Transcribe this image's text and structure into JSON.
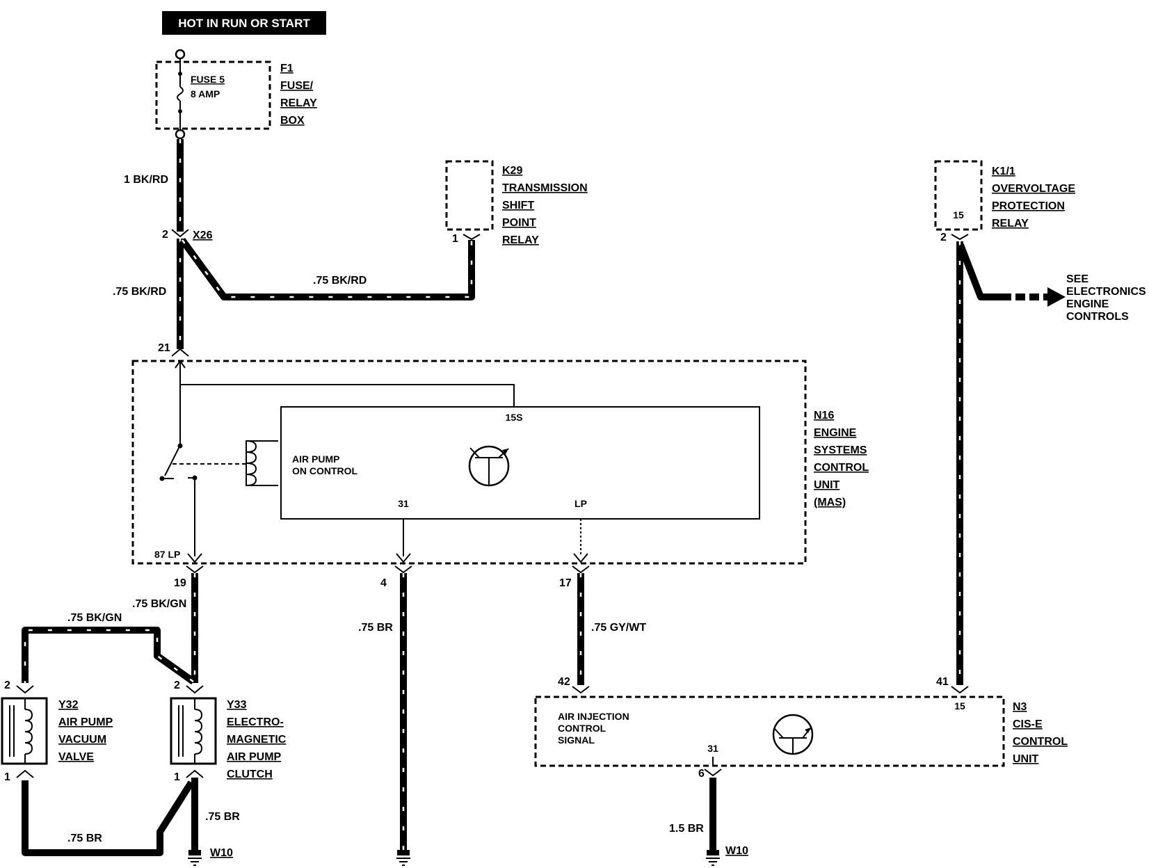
{
  "header": {
    "title": "HOT IN RUN OR START"
  },
  "fuse_box": {
    "fuse_name": "FUSE 5",
    "fuse_rating": "8 AMP",
    "id": "F1",
    "name_lines": [
      "FUSE/",
      "RELAY",
      "BOX"
    ]
  },
  "connectors": {
    "x26": "X26",
    "x26_pin": "2"
  },
  "relay_k29": {
    "id": "K29",
    "name_lines": [
      "TRANSMISSION",
      "SHIFT",
      "POINT",
      "RELAY"
    ],
    "pin": "1"
  },
  "relay_k11": {
    "id": "K1/1",
    "name_lines": [
      "OVERVOLTAGE",
      "PROTECTION",
      "RELAY"
    ],
    "inner_label": "15",
    "pin": "2"
  },
  "see_note": {
    "lines": [
      "SEE",
      "ELECTRONICS",
      "ENGINE",
      "CONTROLS"
    ]
  },
  "module_n16": {
    "id": "N16",
    "name_lines": [
      "ENGINE",
      "SYSTEMS",
      "CONTROL",
      "UNIT",
      "(MAS)"
    ],
    "inner_text_lines": [
      "AIR PUMP",
      "ON CONTROL"
    ],
    "label_15s": "15S",
    "label_31": "31",
    "label_lp": "LP",
    "label_87lp": "87 LP",
    "pin_in": "21",
    "pin_19": "19",
    "pin_4": "4",
    "pin_17": "17"
  },
  "module_n3": {
    "id": "N3",
    "name_lines": [
      "CIS-E",
      "CONTROL",
      "UNIT"
    ],
    "inner_text_lines": [
      "AIR INJECTION",
      "CONTROL",
      "SIGNAL"
    ],
    "label_15": "15",
    "label_31": "31",
    "pin_42": "42",
    "pin_41": "41",
    "pin_6": "6"
  },
  "valve_y32": {
    "id": "Y32",
    "name_lines": [
      "AIR PUMP",
      "VACUUM",
      "VALVE"
    ],
    "pin_top": "2",
    "pin_bottom": "1"
  },
  "clutch_y33": {
    "id": "Y33",
    "name_lines": [
      "ELECTRO-",
      "MAGNETIC",
      "AIR PUMP",
      "CLUTCH"
    ],
    "pin_top": "2",
    "pin_bottom": "1"
  },
  "wires": {
    "w1": "1 BK/RD",
    "w2": ".75 BK/RD",
    "w3": ".75 BK/RD",
    "w4": ".75 BK/GN",
    "w5": ".75 BK/GN",
    "w6": ".75 BR",
    "w7": ".75 GY/WT",
    "w8": ".75 BR",
    "w9": ".75 BR",
    "w10": "1.5 BR"
  },
  "grounds": {
    "g1": "W10",
    "g2": "W10"
  }
}
